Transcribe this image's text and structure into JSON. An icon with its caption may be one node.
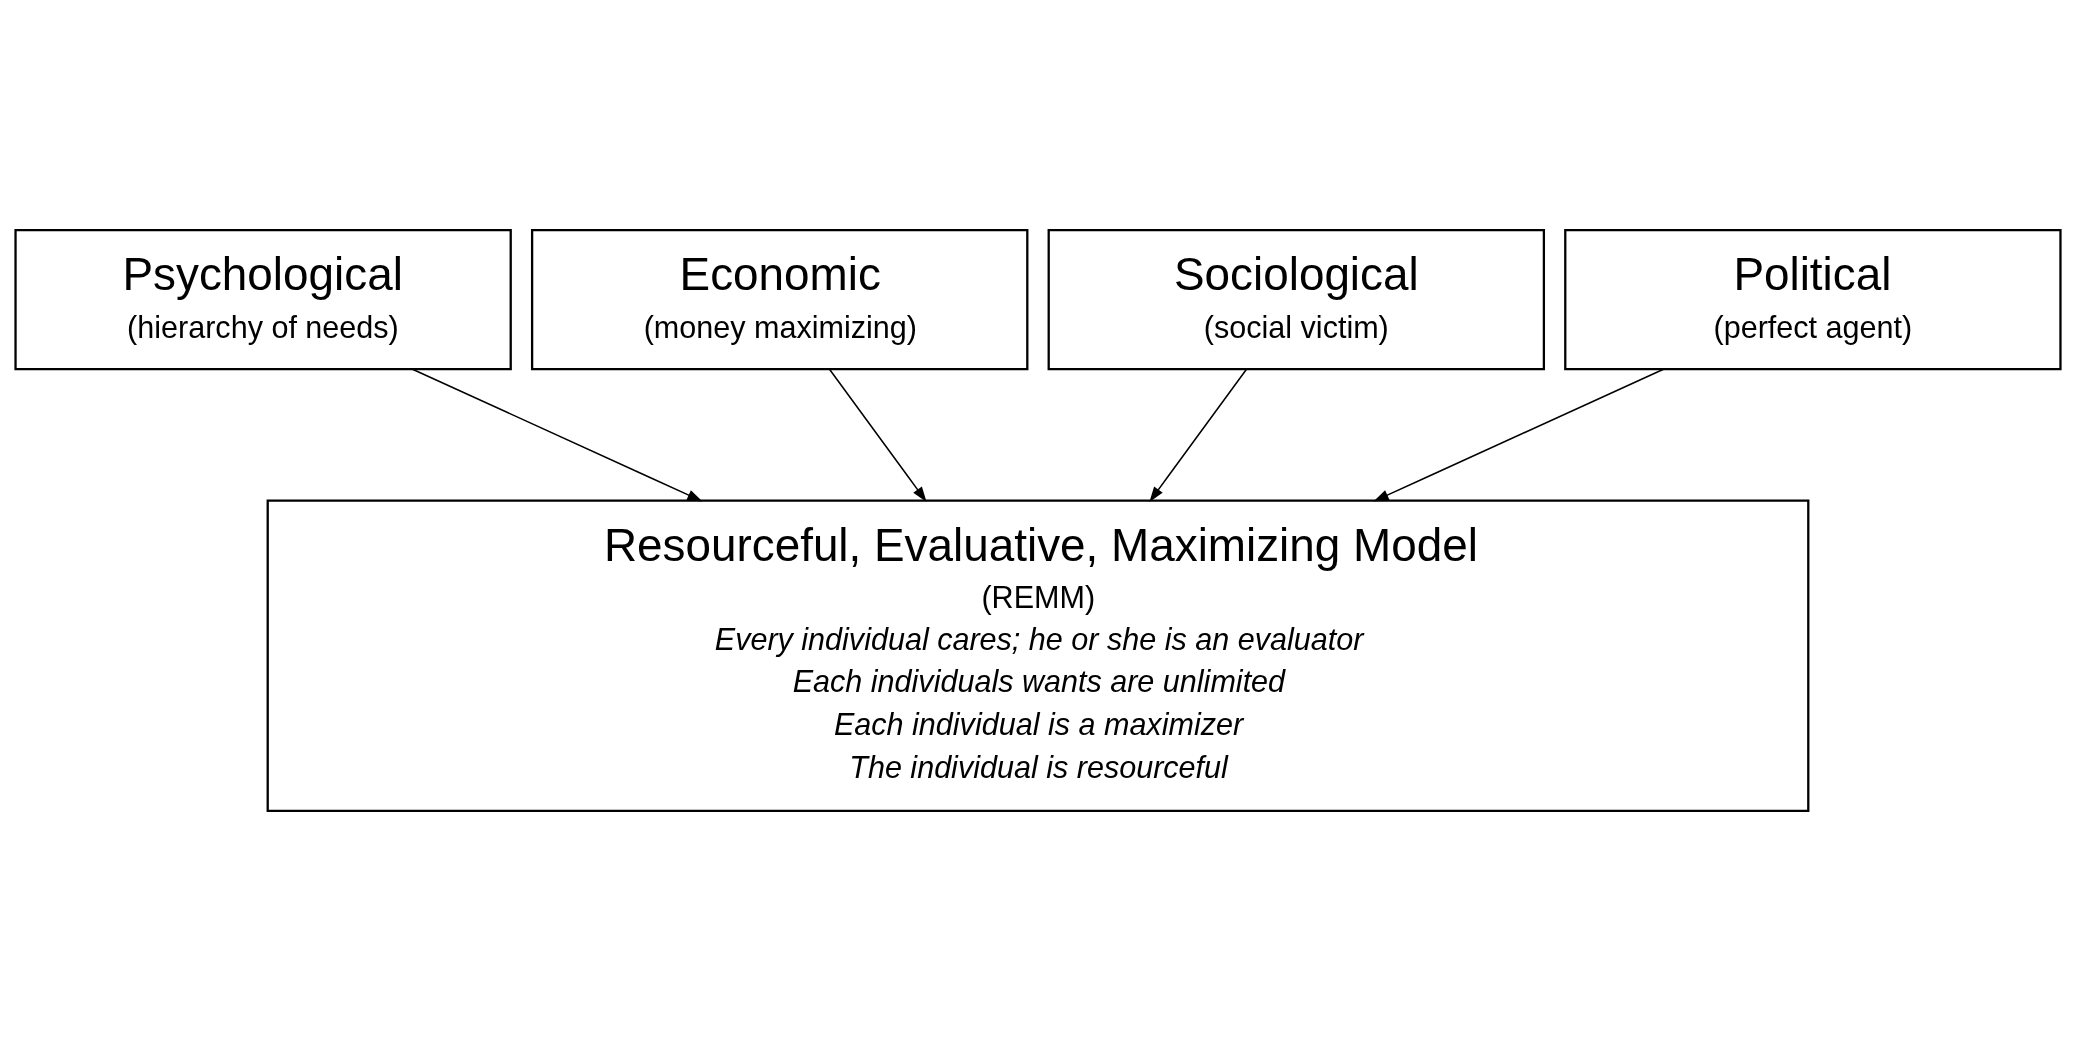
{
  "diagram": {
    "nodes": [
      {
        "text": [
          "Economic",
          "(money maximizing)"
        ]
      },
      {
        "text": [
          "Sociological",
          "(social victim)"
        ]
      },
      {
        "text": [
          "Psychological",
          "(hierarchy of needs)"
        ]
      },
      {
        "text": [
          "Political",
          "(perfect agent)"
        ]
      },
      {
        "text": [
          "Resourceful, Evaluative, Maximizing Model",
          "(REMM)",
          "Every individual cares; he or she is an evaluator",
          "Each individuals wants are unlimited",
          "Each individual is a maximizer",
          "The individual is resourceful"
        ]
      }
    ],
    "edges": [
      {
        "from": 2,
        "to": 4,
        "arrow": "to"
      },
      {
        "from": 0,
        "to": 4,
        "arrow": "to"
      },
      {
        "from": 1,
        "to": 4,
        "arrow": "to"
      },
      {
        "from": 3,
        "to": 4,
        "arrow": "to"
      }
    ]
  }
}
